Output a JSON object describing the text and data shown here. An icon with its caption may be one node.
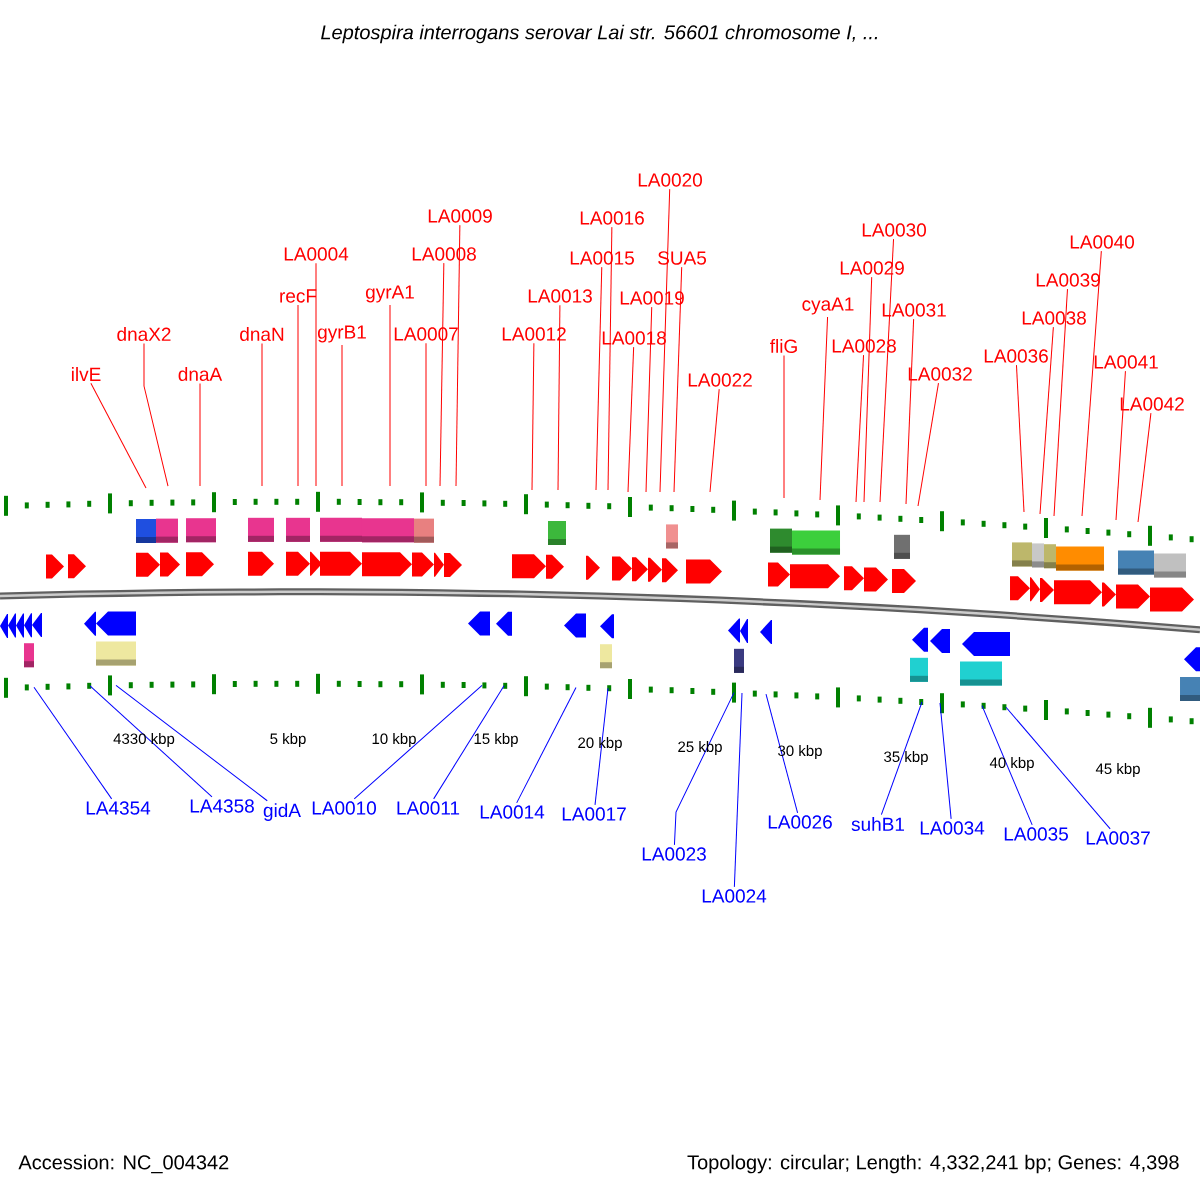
{
  "diagram": {
    "title": "Leptospira interrogans serovar Lai str. 56601 chromosome I, ...",
    "nodes": [
      {
        "text": [
          "ilvE"
        ]
      },
      {
        "text": [
          "dnaX2"
        ]
      },
      {
        "text": [
          "dnaA"
        ]
      },
      {
        "text": [
          "dnaN"
        ]
      },
      {
        "text": [
          "recF"
        ]
      },
      {
        "text": [
          "LA0004"
        ]
      },
      {
        "text": [
          "gyrB1"
        ]
      },
      {
        "text": [
          "gyrA1"
        ]
      },
      {
        "text": [
          "LA0007"
        ]
      },
      {
        "text": [
          "LA0008"
        ]
      },
      {
        "text": [
          "LA0009"
        ]
      },
      {
        "text": [
          "LA0012"
        ]
      },
      {
        "text": [
          "LA0013"
        ]
      },
      {
        "text": [
          "LA0015"
        ]
      },
      {
        "text": [
          "LA0016"
        ]
      },
      {
        "text": [
          "LA0018"
        ]
      },
      {
        "text": [
          "LA0019"
        ]
      },
      {
        "text": [
          "LA0020"
        ]
      },
      {
        "text": [
          "SUA5"
        ]
      },
      {
        "text": [
          "LA0022"
        ]
      },
      {
        "text": [
          "fliG"
        ]
      },
      {
        "text": [
          "cyaA1"
        ]
      },
      {
        "text": [
          "LA0028"
        ]
      },
      {
        "text": [
          "LA0029"
        ]
      },
      {
        "text": [
          "LA0030"
        ]
      },
      {
        "text": [
          "LA0031"
        ]
      },
      {
        "text": [
          "LA0032"
        ]
      },
      {
        "text": [
          "LA0036"
        ]
      },
      {
        "text": [
          "LA0038"
        ]
      },
      {
        "text": [
          "LA0039"
        ]
      },
      {
        "text": [
          "LA0040"
        ]
      },
      {
        "text": [
          "LA0041"
        ]
      },
      {
        "text": [
          "LA0042"
        ]
      },
      {
        "text": [
          "LA4354"
        ]
      },
      {
        "text": [
          "LA4358"
        ]
      },
      {
        "text": [
          "gidA"
        ]
      },
      {
        "text": [
          "LA0010"
        ]
      },
      {
        "text": [
          "LA0011"
        ]
      },
      {
        "text": [
          "LA0014"
        ]
      },
      {
        "text": [
          "LA0017"
        ]
      },
      {
        "text": [
          "LA0023"
        ]
      },
      {
        "text": [
          "LA0024"
        ]
      },
      {
        "text": [
          "LA0026"
        ]
      },
      {
        "text": [
          "suhB1"
        ]
      },
      {
        "text": [
          "LA0034"
        ]
      },
      {
        "text": [
          "LA0035"
        ]
      },
      {
        "text": [
          "LA0037"
        ]
      }
    ],
    "edges": [
      {
        "from": 0,
        "to": null,
        "arrow": "none"
      },
      {
        "from": 1,
        "to": null,
        "arrow": "none"
      },
      {
        "from": 2,
        "to": null,
        "arrow": "none"
      },
      {
        "from": 3,
        "to": null,
        "arrow": "none"
      },
      {
        "from": 4,
        "to": null,
        "arrow": "none"
      },
      {
        "from": 5,
        "to": null,
        "arrow": "none"
      },
      {
        "from": 6,
        "to": null,
        "arrow": "none"
      },
      {
        "from": 7,
        "to": null,
        "arrow": "none"
      },
      {
        "from": 8,
        "to": null,
        "arrow": "none"
      },
      {
        "from": 9,
        "to": null,
        "arrow": "none"
      },
      {
        "from": 10,
        "to": null,
        "arrow": "none"
      },
      {
        "from": 11,
        "to": null,
        "arrow": "none"
      },
      {
        "from": 12,
        "to": null,
        "arrow": "none"
      },
      {
        "from": 13,
        "to": null,
        "arrow": "none"
      },
      {
        "from": 14,
        "to": null,
        "arrow": "none"
      },
      {
        "from": 15,
        "to": null,
        "arrow": "none"
      },
      {
        "from": 16,
        "to": null,
        "arrow": "none"
      },
      {
        "from": 17,
        "to": null,
        "arrow": "none"
      },
      {
        "from": 18,
        "to": null,
        "arrow": "none"
      },
      {
        "from": 19,
        "to": null,
        "arrow": "none"
      },
      {
        "from": 20,
        "to": null,
        "arrow": "none"
      },
      {
        "from": 21,
        "to": null,
        "arrow": "none"
      },
      {
        "from": 22,
        "to": null,
        "arrow": "none"
      },
      {
        "from": 23,
        "to": null,
        "arrow": "none"
      },
      {
        "from": 24,
        "to": null,
        "arrow": "none"
      },
      {
        "from": 25,
        "to": null,
        "arrow": "none"
      },
      {
        "from": 26,
        "to": null,
        "arrow": "none"
      },
      {
        "from": 27,
        "to": null,
        "arrow": "none"
      },
      {
        "from": 28,
        "to": null,
        "arrow": "none"
      },
      {
        "from": 29,
        "to": null,
        "arrow": "none"
      },
      {
        "from": 30,
        "to": null,
        "arrow": "none"
      },
      {
        "from": 31,
        "to": null,
        "arrow": "none"
      },
      {
        "from": 32,
        "to": null,
        "arrow": "none"
      },
      {
        "from": 33,
        "to": null,
        "arrow": "none",
        "color": "#0000ff"
      },
      {
        "from": 34,
        "to": null,
        "arrow": "none",
        "color": "#0000ff"
      },
      {
        "from": 35,
        "to": null,
        "arrow": "none",
        "color": "#0000ff"
      },
      {
        "from": 36,
        "to": null,
        "arrow": "none",
        "color": "#0000ff"
      },
      {
        "from": 37,
        "to": null,
        "arrow": "none",
        "color": "#0000ff"
      },
      {
        "from": 38,
        "to": null,
        "arrow": "none",
        "color": "#0000ff"
      },
      {
        "from": 39,
        "to": null,
        "arrow": "none",
        "color": "#0000ff"
      },
      {
        "from": 40,
        "to": null,
        "arrow": "none",
        "color": "#0000ff"
      },
      {
        "from": 41,
        "to": null,
        "arrow": "none",
        "color": "#0000ff"
      },
      {
        "from": 42,
        "to": null,
        "arrow": "none",
        "color": "#0000ff"
      },
      {
        "from": 43,
        "to": null,
        "arrow": "none",
        "color": "#0000ff"
      },
      {
        "from": 44,
        "to": null,
        "arrow": "none",
        "color": "#0000ff"
      },
      {
        "from": 45,
        "to": null,
        "arrow": "none",
        "color": "#0000ff"
      },
      {
        "from": 46,
        "to": null,
        "arrow": "none",
        "color": "#0000ff"
      }
    ],
    "labels": [
      "4330 kbp",
      "5 kbp",
      "10 kbp",
      "15 kbp",
      "20 kbp",
      "25 kbp",
      "30 kbp",
      "35 kbp",
      "40 kbp",
      "45 kbp",
      "Accession: NC_004342",
      "Topology: circular; Length: 4,332,241 bp; Genes: 4,398"
    ]
  }
}
